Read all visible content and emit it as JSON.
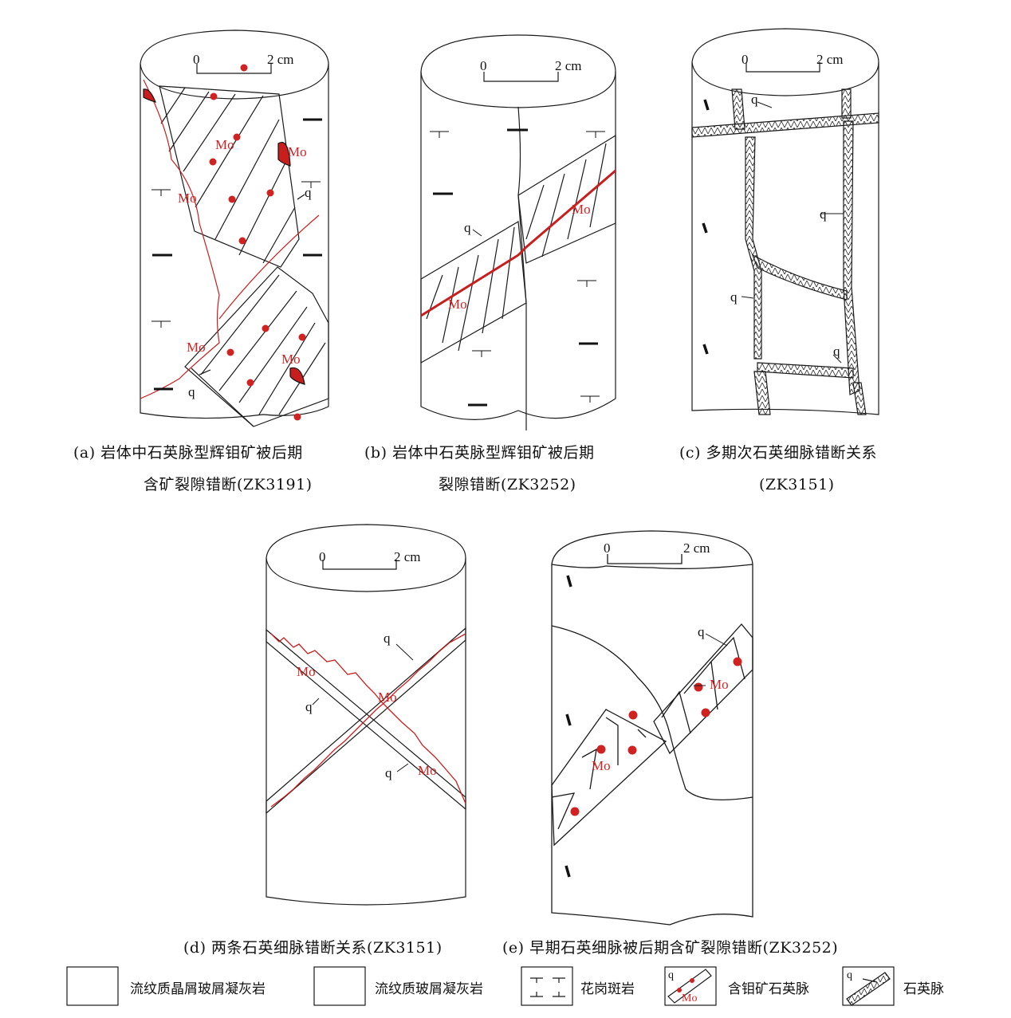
{
  "scale_label_zero": "0",
  "scale_label_len": "2 cm",
  "mineral_labels": {
    "mo": "Mo",
    "q": "q"
  },
  "colors": {
    "ore": "#c81e1e",
    "line": "#1a1a1a"
  },
  "panels": {
    "a": {
      "caption_line1": "(a) 岩体中石英脉型辉钼矿被后期",
      "caption_line2": "含矿裂隙错断(ZK3191)"
    },
    "b": {
      "caption_line1": "(b) 岩体中石英脉型辉钼矿被后期",
      "caption_line2": "裂隙错断(ZK3252)"
    },
    "c": {
      "caption_line1": "(c) 多期次石英细脉错断关系",
      "caption_line2": "(ZK3151)"
    },
    "d": {
      "caption": "(d) 两条石英细脉错断关系(ZK3151)"
    },
    "e": {
      "caption": "(e) 早期石英细脉被后期含矿裂隙错断(ZK3252)"
    }
  },
  "legend": [
    {
      "id": "crystal-tuff",
      "label": "流纹质晶屑玻屑凝灰岩"
    },
    {
      "id": "glass-tuff",
      "label": "流纹质玻屑凝灰岩"
    },
    {
      "id": "granite-porphyry",
      "label": "花岗斑岩"
    },
    {
      "id": "mo-quartz-vein",
      "label": "含钼矿石英脉",
      "symbol_text": "Mo"
    },
    {
      "id": "quartz-vein",
      "label": "石英脉",
      "symbol_text": "q"
    }
  ]
}
